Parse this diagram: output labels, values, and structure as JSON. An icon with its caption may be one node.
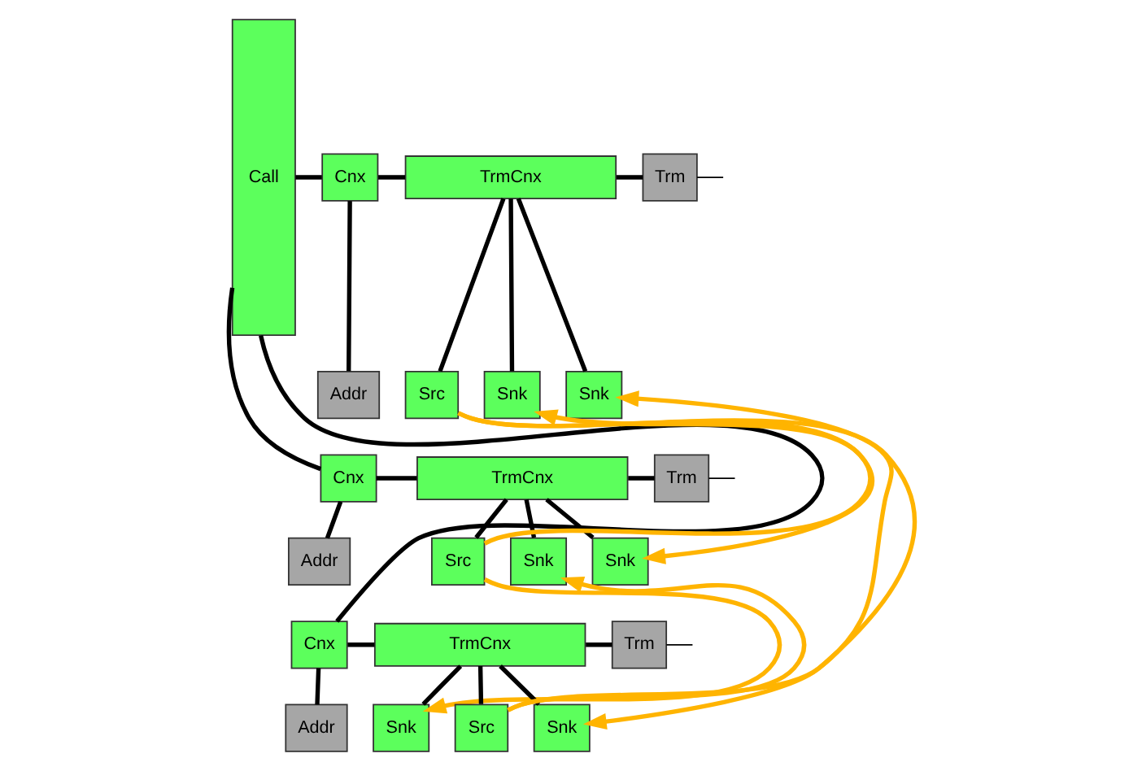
{
  "diagram": {
    "nodes": [
      {
        "text": [
          "Call"
        ]
      },
      {
        "text": [
          "Cnx"
        ]
      },
      {
        "text": [
          "TrmCnx"
        ]
      },
      {
        "text": [
          "Trm"
        ]
      },
      {
        "text": [
          "Addr"
        ]
      },
      {
        "text": [
          "Src"
        ]
      },
      {
        "text": [
          "Snk"
        ]
      },
      {
        "text": [
          "Snk"
        ]
      },
      {
        "text": [
          "Cnx"
        ]
      },
      {
        "text": [
          "TrmCnx"
        ]
      },
      {
        "text": [
          "Trm"
        ]
      },
      {
        "text": [
          "Addr"
        ]
      },
      {
        "text": [
          "Snk"
        ]
      },
      {
        "text": [
          "Src"
        ]
      },
      {
        "text": [
          "Snk"
        ]
      },
      {
        "text": [
          "Cnx"
        ]
      },
      {
        "text": [
          "TrmCnx"
        ]
      },
      {
        "text": [
          "Trm"
        ]
      },
      {
        "text": [
          "Addr"
        ]
      },
      {
        "text": [
          "Snk"
        ]
      },
      {
        "text": [
          "Snk"
        ]
      },
      {
        "text": [
          "Src"
        ]
      }
    ],
    "edges": [
      {
        "from": 0,
        "to": 1,
        "arrow": "none"
      },
      {
        "from": 1,
        "to": 2,
        "arrow": "none"
      },
      {
        "from": 2,
        "to": 3,
        "arrow": "none"
      },
      {
        "from": 3,
        "to": null,
        "arrow": "none"
      },
      {
        "from": 1,
        "to": 4,
        "arrow": "none"
      },
      {
        "from": 2,
        "to": 5,
        "arrow": "none"
      },
      {
        "from": 2,
        "to": 6,
        "arrow": "none"
      },
      {
        "from": 2,
        "to": 7,
        "arrow": "none"
      },
      {
        "from": 0,
        "to": 8,
        "arrow": "none"
      },
      {
        "from": 8,
        "to": 9,
        "arrow": "none"
      },
      {
        "from": 9,
        "to": 10,
        "arrow": "none"
      },
      {
        "from": 10,
        "to": null,
        "arrow": "none"
      },
      {
        "from": 8,
        "to": 11,
        "arrow": "none"
      },
      {
        "from": 9,
        "to": 12,
        "arrow": "none"
      },
      {
        "from": 9,
        "to": 13,
        "arrow": "none"
      },
      {
        "from": 9,
        "to": 14,
        "arrow": "none"
      },
      {
        "from": 0,
        "to": 15,
        "arrow": "none"
      },
      {
        "from": 15,
        "to": 16,
        "arrow": "none"
      },
      {
        "from": 16,
        "to": 17,
        "arrow": "none"
      },
      {
        "from": 17,
        "to": null,
        "arrow": "none"
      },
      {
        "from": 15,
        "to": 18,
        "arrow": "none"
      },
      {
        "from": 16,
        "to": 19,
        "arrow": "none"
      },
      {
        "from": 16,
        "to": 20,
        "arrow": "none"
      },
      {
        "from": 16,
        "to": 21,
        "arrow": "none"
      },
      {
        "from": 5,
        "to": 12,
        "arrow": "to",
        "color": "#ffb400"
      },
      {
        "from": 5,
        "to": 19,
        "arrow": "to",
        "color": "#ffb400"
      },
      {
        "from": 13,
        "to": 6,
        "arrow": "to",
        "color": "#ffb400"
      },
      {
        "from": 13,
        "to": 20,
        "arrow": "to",
        "color": "#ffb400"
      },
      {
        "from": 21,
        "to": 14,
        "arrow": "to",
        "color": "#ffb400"
      },
      {
        "from": 21,
        "to": 7,
        "arrow": "to",
        "color": "#ffb400"
      }
    ]
  }
}
